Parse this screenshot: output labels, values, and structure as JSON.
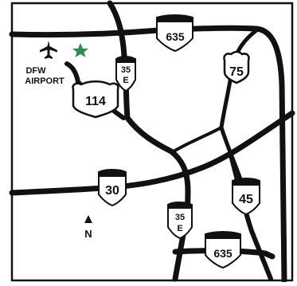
{
  "colors": {
    "road": "#111111",
    "background": "#ffffff",
    "star": "#2e8b57",
    "shield_fill": "#ffffff",
    "shield_stroke": "#111111"
  },
  "airport": {
    "line1": "DFW",
    "line2": "AIRPORT",
    "icon": "airplane-icon"
  },
  "star_icon": "star-icon",
  "north": {
    "label": "N",
    "icon": "north-arrow-icon"
  },
  "shields": {
    "i635_top": {
      "number": "635",
      "type": "interstate"
    },
    "i35e_top": {
      "number": "35",
      "suffix": "E",
      "type": "interstate"
    },
    "us75": {
      "number": "75",
      "type": "us"
    },
    "us114": {
      "number": "114",
      "type": "us"
    },
    "i30": {
      "number": "30",
      "type": "interstate"
    },
    "i45": {
      "number": "45",
      "type": "interstate"
    },
    "i35e_bottom": {
      "number": "35",
      "suffix": "E",
      "type": "interstate"
    },
    "i635_bottom": {
      "number": "635",
      "type": "interstate"
    }
  }
}
